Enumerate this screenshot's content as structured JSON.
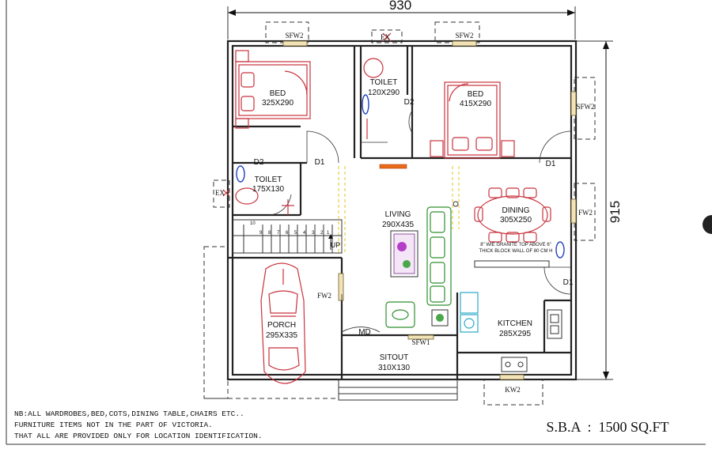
{
  "dimensions": {
    "width": "930",
    "depth": "915"
  },
  "rooms": {
    "bed1": {
      "name": "BED",
      "size": "325X290"
    },
    "toilet_top": {
      "name": "TOILET",
      "size": "120X290"
    },
    "bed2": {
      "name": "BED",
      "size": "415X290"
    },
    "toilet_side": {
      "name": "TOILET",
      "size": "175X130"
    },
    "living": {
      "name": "LIVING",
      "size": "290X435"
    },
    "dining": {
      "name": "DINING",
      "size": "305X250"
    },
    "porch": {
      "name": "PORCH",
      "size": "295X335"
    },
    "kitchen": {
      "name": "KITCHEN",
      "size": "285X295"
    },
    "sitout": {
      "name": "SITOUT",
      "size": "310X130"
    }
  },
  "openings": {
    "sfw2_bed1": "SFW2",
    "ex_top": "EX",
    "sfw2_bed2": "SFW2",
    "sfw2_right": "SFW2",
    "fw2_dining": "FW2",
    "ex_left": "EX",
    "d2_toilet_top": "D2",
    "d2_toilet_side": "D2",
    "d1_bed1": "D1",
    "d1_bed2": "D1",
    "d1_kitchen": "D1",
    "fw2_porch": "FW2",
    "md": "MD",
    "sfw1": "SFW1",
    "kw2": "KW2",
    "up": "UP"
  },
  "stairs": {
    "steps": [
      "10",
      "9",
      "8",
      "7",
      "6",
      "5",
      "4",
      "3",
      "2",
      "1"
    ]
  },
  "granite_note": {
    "line1": "8\" WIE GRANITE TOP ABOVE 6\"",
    "line2": "THICK BLOCK WALL OF 80 CM H"
  },
  "note": {
    "line1": "NB:ALL WARDROBES,BED,COTS,DINING TABLE,CHAIRS ETC..",
    "line2": "FURNITURE ITEMS NOT IN THE PART OF VICTORIA.",
    "line3": "THAT ALL ARE PROVIDED ONLY FOR LOCATION IDENTIFICATION."
  },
  "sba": "S.B.A  :  1500 SQ.FT",
  "colors": {
    "wall": "#222222",
    "furniture_red": "#c8323c",
    "furniture_green": "#2f8f2f",
    "fixture_blue": "#1f3fbf",
    "kitchen_cyan": "#2aa8c8",
    "door_orange": "#e86a1b"
  }
}
